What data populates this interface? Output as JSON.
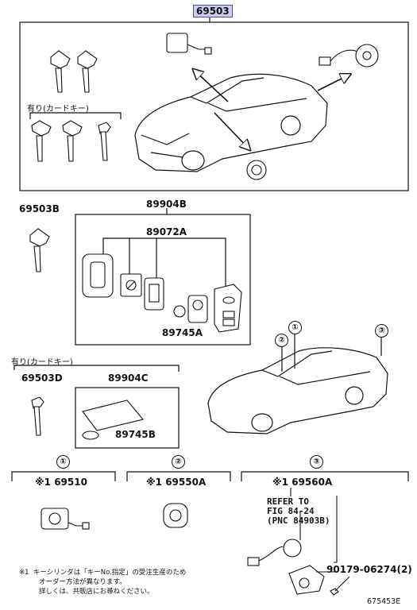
{
  "main_part_number": "69503",
  "labels": {
    "card_key_top": "有り(カードキー)",
    "part_69503b": "69503B",
    "part_89904b": "89904B",
    "part_89072a": "89072A",
    "part_89745a": "89745A",
    "card_key_mid": "有り(カードキー)",
    "part_69503d": "69503D",
    "part_89904c": "89904C",
    "part_89745b": "89745B",
    "sec1_num": "①",
    "sec2_num": "②",
    "sec3_num": "③",
    "part_69510": "※1 69510",
    "part_69550a": "※1 69550A",
    "part_69560a": "※1 69560A",
    "refer_line1": "REFER TO",
    "refer_line2": "FIG 84-24",
    "refer_line3": "(PNC 84903B)",
    "part_90179": "90179-06274(2)",
    "note_line1": "※1  キーシリンダは「キーNo.指定」の受注生産のため",
    "note_line2": "オーダー方法が異なります。",
    "note_line3": "詳しくは、共販店にお尋ねください。",
    "figure_code": "675453E",
    "car_callout_1": "①",
    "car_callout_2": "②",
    "car_callout_3": "③"
  }
}
